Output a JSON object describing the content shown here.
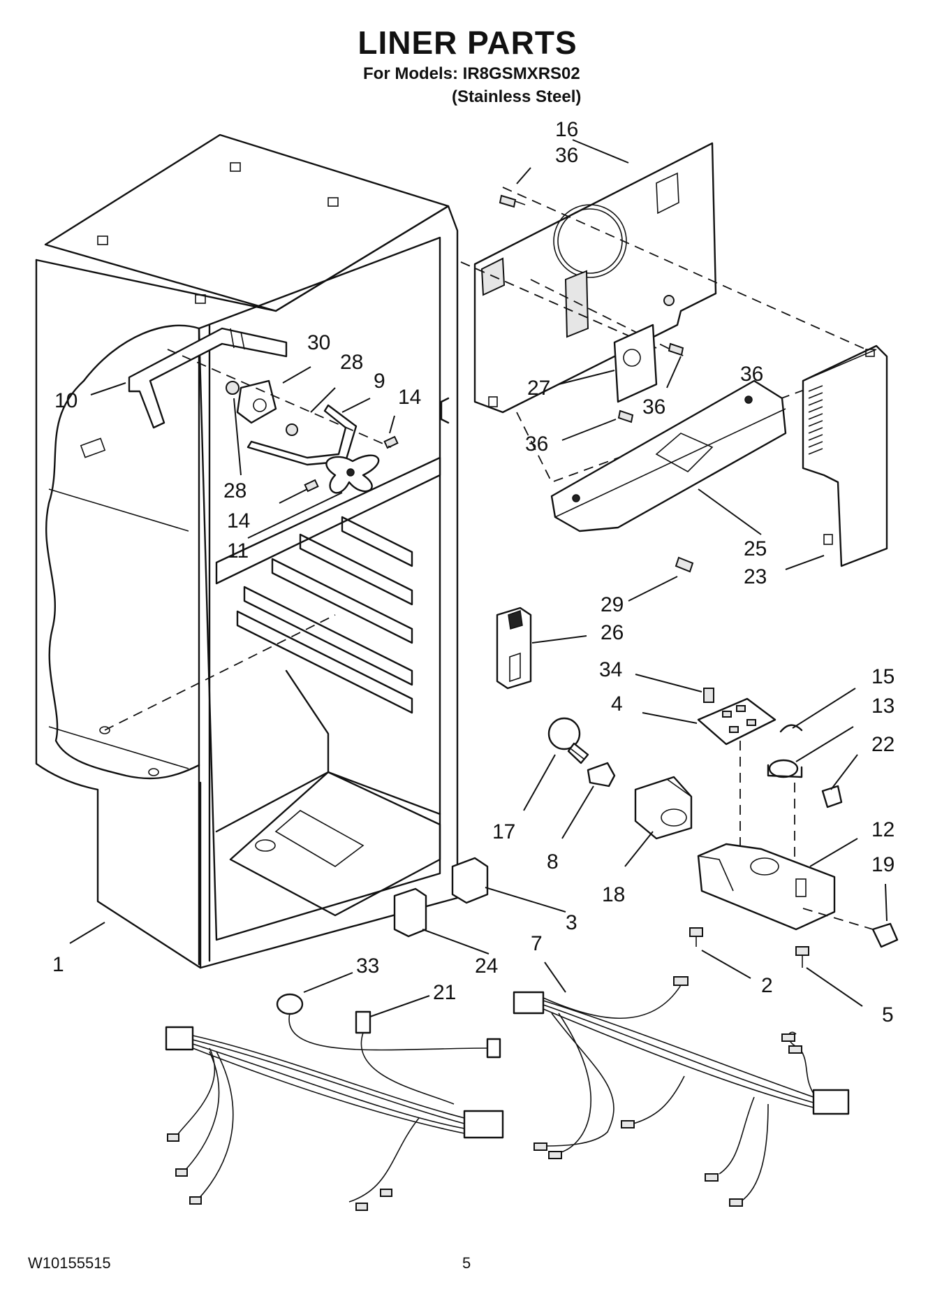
{
  "header": {
    "title": "LINER PARTS",
    "models": "For Models: IR8GSMXRS02",
    "finish": "(Stainless Steel)"
  },
  "footer": {
    "doc_number": "W10155515",
    "page_number": "5"
  },
  "callouts": [
    "16",
    "36",
    "36",
    "36",
    "36",
    "30",
    "28",
    "9",
    "14",
    "10",
    "28",
    "14",
    "11",
    "27",
    "25",
    "23",
    "29",
    "26",
    "34",
    "15",
    "4",
    "13",
    "22",
    "17",
    "8",
    "18",
    "12",
    "19",
    "3",
    "24",
    "2",
    "5",
    "1",
    "33",
    "21",
    "7"
  ],
  "colors": {
    "ink": "#111111",
    "paper": "#ffffff"
  }
}
